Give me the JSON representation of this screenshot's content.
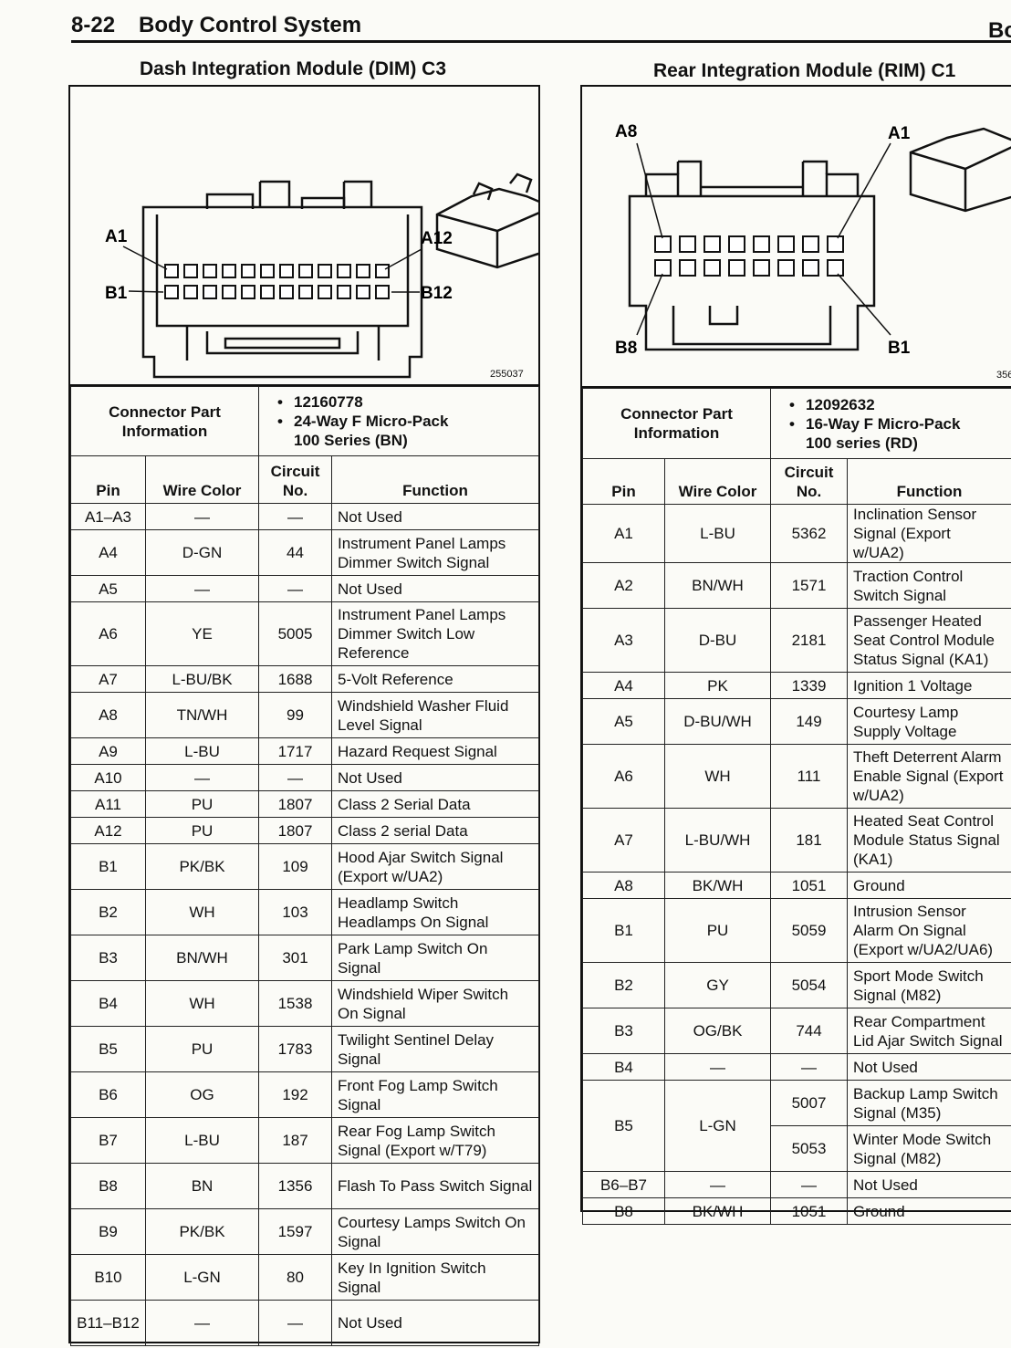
{
  "header": {
    "page_number": "8-22",
    "title": "Body Control System",
    "right_edge_text": "Bo"
  },
  "dim": {
    "title": "Dash Integration Module (DIM) C3",
    "figure": {
      "pin_a1": "A1",
      "pin_a12": "A12",
      "pin_b1": "B1",
      "pin_b12": "B12",
      "figure_number": "255037"
    },
    "connector_label": "Connector Part Information",
    "connector_items": [
      "12160778",
      "24-Way F Micro-Pack",
      "100 Series (BN)"
    ],
    "columns": {
      "pin": "Pin",
      "wire": "Wire Color",
      "circuit": "Circuit No.",
      "function": "Function"
    },
    "rows": [
      {
        "pin": "A1–A3",
        "wire": "—",
        "circuit": "—",
        "function": "Not Used"
      },
      {
        "pin": "A4",
        "wire": "D-GN",
        "circuit": "44",
        "function": "Instrument Panel Lamps Dimmer Switch Signal"
      },
      {
        "pin": "A5",
        "wire": "—",
        "circuit": "—",
        "function": "Not Used"
      },
      {
        "pin": "A6",
        "wire": "YE",
        "circuit": "5005",
        "function": "Instrument Panel Lamps Dimmer Switch Low Reference"
      },
      {
        "pin": "A7",
        "wire": "L-BU/BK",
        "circuit": "1688",
        "function": "5-Volt Reference"
      },
      {
        "pin": "A8",
        "wire": "TN/WH",
        "circuit": "99",
        "function": "Windshield Washer Fluid Level Signal"
      },
      {
        "pin": "A9",
        "wire": "L-BU",
        "circuit": "1717",
        "function": "Hazard Request Signal"
      },
      {
        "pin": "A10",
        "wire": "—",
        "circuit": "—",
        "function": "Not Used"
      },
      {
        "pin": "A11",
        "wire": "PU",
        "circuit": "1807",
        "function": "Class 2 Serial Data"
      },
      {
        "pin": "A12",
        "wire": "PU",
        "circuit": "1807",
        "function": "Class 2 serial Data"
      },
      {
        "pin": "B1",
        "wire": "PK/BK",
        "circuit": "109",
        "function": "Hood Ajar Switch Signal (Export w/UA2)"
      },
      {
        "pin": "B2",
        "wire": "WH",
        "circuit": "103",
        "function": "Headlamp Switch Headlamps On Signal"
      },
      {
        "pin": "B3",
        "wire": "BN/WH",
        "circuit": "301",
        "function": "Park Lamp Switch On Signal"
      },
      {
        "pin": "B4",
        "wire": "WH",
        "circuit": "1538",
        "function": "Windshield Wiper Switch On Signal"
      },
      {
        "pin": "B5",
        "wire": "PU",
        "circuit": "1783",
        "function": "Twilight Sentinel Delay Signal"
      },
      {
        "pin": "B6",
        "wire": "OG",
        "circuit": "192",
        "function": "Front Fog Lamp Switch Signal"
      },
      {
        "pin": "B7",
        "wire": "L-BU",
        "circuit": "187",
        "function": "Rear Fog Lamp Switch Signal (Export w/T79)"
      },
      {
        "pin": "B8",
        "wire": "BN",
        "circuit": "1356",
        "function": "Flash To Pass Switch Signal"
      },
      {
        "pin": "B9",
        "wire": "PK/BK",
        "circuit": "1597",
        "function": "Courtesy Lamps Switch On Signal"
      },
      {
        "pin": "B10",
        "wire": "L-GN",
        "circuit": "80",
        "function": "Key In Ignition Switch Signal"
      },
      {
        "pin": "B11–B12",
        "wire": "—",
        "circuit": "—",
        "function": "Not Used"
      }
    ]
  },
  "rim": {
    "title": "Rear Integration Module (RIM) C1",
    "figure": {
      "pin_a8": "A8",
      "pin_a1": "A1",
      "pin_b8": "B8",
      "pin_b1": "B1",
      "figure_number": "356"
    },
    "connector_label": "Connector Part Information",
    "connector_items": [
      "12092632",
      "16-Way F Micro-Pack",
      "100 series (RD)"
    ],
    "columns": {
      "pin": "Pin",
      "wire": "Wire Color",
      "circuit": "Circuit No.",
      "function": "Function"
    },
    "rows": [
      {
        "pin": "A1",
        "wire": "L-BU",
        "circuit": "5362",
        "function": "Inclination Sensor Signal (Export w/UA2)"
      },
      {
        "pin": "A2",
        "wire": "BN/WH",
        "circuit": "1571",
        "function": "Traction Control Switch Signal"
      },
      {
        "pin": "A3",
        "wire": "D-BU",
        "circuit": "2181",
        "function": "Passenger Heated Seat Control Module Status Signal (KA1)"
      },
      {
        "pin": "A4",
        "wire": "PK",
        "circuit": "1339",
        "function": "Ignition 1 Voltage"
      },
      {
        "pin": "A5",
        "wire": "D-BU/WH",
        "circuit": "149",
        "function": "Courtesy Lamp Supply Voltage"
      },
      {
        "pin": "A6",
        "wire": "WH",
        "circuit": "111",
        "function": "Theft Deterrent Alarm Enable Signal (Export w/UA2)"
      },
      {
        "pin": "A7",
        "wire": "L-BU/WH",
        "circuit": "181",
        "function": "Heated Seat Control Module Status Signal (KA1)"
      },
      {
        "pin": "A8",
        "wire": "BK/WH",
        "circuit": "1051",
        "function": "Ground"
      },
      {
        "pin": "B1",
        "wire": "PU",
        "circuit": "5059",
        "function": "Intrusion Sensor Alarm On Signal (Export w/UA2/UA6)"
      },
      {
        "pin": "B2",
        "wire": "GY",
        "circuit": "5054",
        "function": "Sport Mode Switch Signal (M82)"
      },
      {
        "pin": "B3",
        "wire": "OG/BK",
        "circuit": "744",
        "function": "Rear Compartment Lid Ajar Switch Signal"
      },
      {
        "pin": "B4",
        "wire": "—",
        "circuit": "—",
        "function": "Not Used"
      },
      {
        "pin": "B5",
        "wire": "L-GN",
        "circuit": "5007",
        "function": "Backup Lamp Switch Signal (M35)"
      },
      {
        "pin": "",
        "wire": "",
        "circuit": "5053",
        "function": "Winter Mode Switch Signal (M82)"
      },
      {
        "pin": "B6–B7",
        "wire": "—",
        "circuit": "—",
        "function": "Not Used"
      },
      {
        "pin": "B8",
        "wire": "BK/WH",
        "circuit": "1051",
        "function": "Ground"
      }
    ]
  }
}
